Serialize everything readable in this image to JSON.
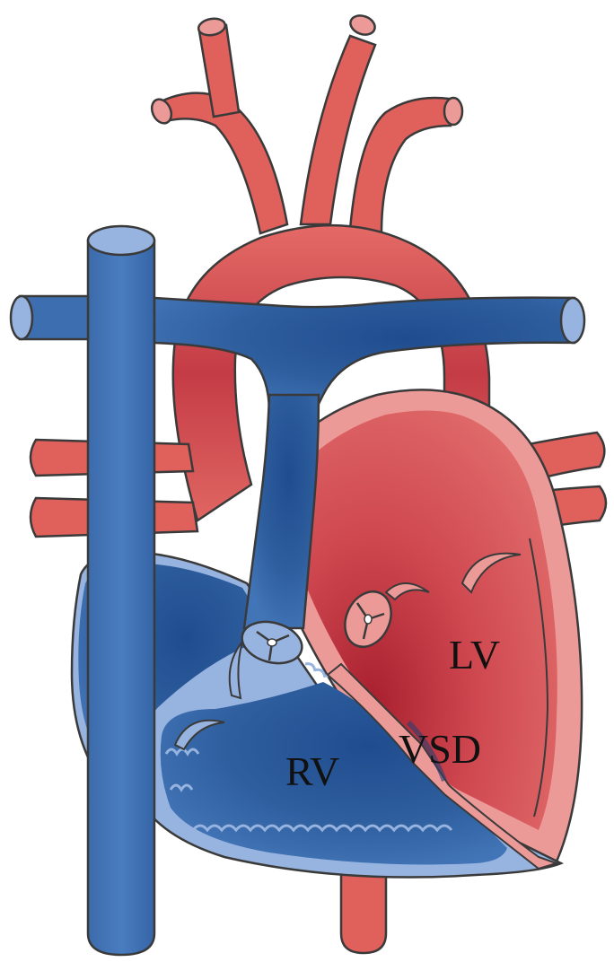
{
  "diagram": {
    "labels": {
      "lv": "LV",
      "vsd": "VSD",
      "rv": "RV"
    }
  },
  "colors": {
    "oxygenated": "#e0605c",
    "oxygenated_light": "#ec9a98",
    "oxygenated_dark": "#b8303a",
    "deoxygenated": "#3d6fb0",
    "deoxygenated_light": "#97b3df",
    "deoxygenated_dark": "#1d4a8a",
    "outline": "#3a3a3a",
    "label": "#111111"
  }
}
